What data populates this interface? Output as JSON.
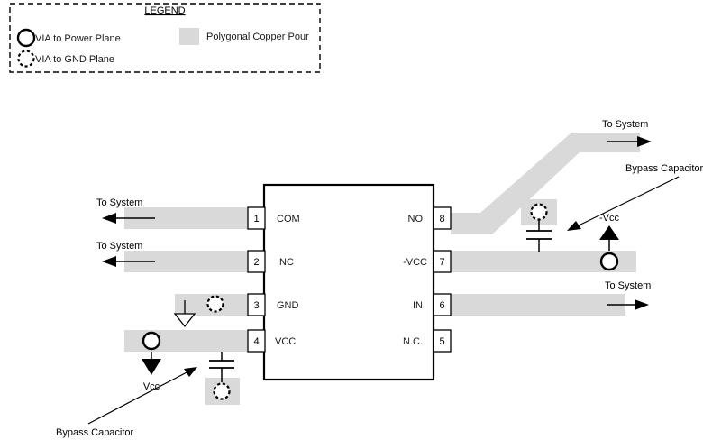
{
  "legend": {
    "title": "LEGEND",
    "items": [
      {
        "id": "via-power",
        "icon": "via-power-plane-icon",
        "label": "VIA to Power Plane"
      },
      {
        "id": "via-gnd",
        "icon": "via-gnd-plane-icon",
        "label": "VIA to GND Plane"
      },
      {
        "id": "copper-pour",
        "icon": "copper-pour-swatch-icon",
        "label": "Polygonal Copper Pour"
      }
    ]
  },
  "ic": {
    "pins_left": [
      {
        "number": "1",
        "name": "COM"
      },
      {
        "number": "2",
        "name": "NC"
      },
      {
        "number": "3",
        "name": "GND"
      },
      {
        "number": "4",
        "name": "VCC"
      }
    ],
    "pins_right": [
      {
        "number": "8",
        "name": "NO"
      },
      {
        "number": "7",
        "name": "-VCC"
      },
      {
        "number": "6",
        "name": "IN"
      },
      {
        "number": "5",
        "name": "N.C."
      }
    ]
  },
  "annotations": {
    "to_system_pin1": "To System",
    "to_system_pin2": "To System",
    "to_system_pin8": "To System",
    "to_system_pin6": "To System",
    "vcc_label": "Vcc",
    "neg_vcc_label": "-Vcc",
    "bypass_capacitor_left": "Bypass Capacitor",
    "bypass_capacitor_right": "Bypass Capacitor"
  },
  "colors": {
    "copper_pour": "#d9d9d9",
    "outline": "#000000",
    "text": "#1a1a1a",
    "background": "#ffffff"
  }
}
